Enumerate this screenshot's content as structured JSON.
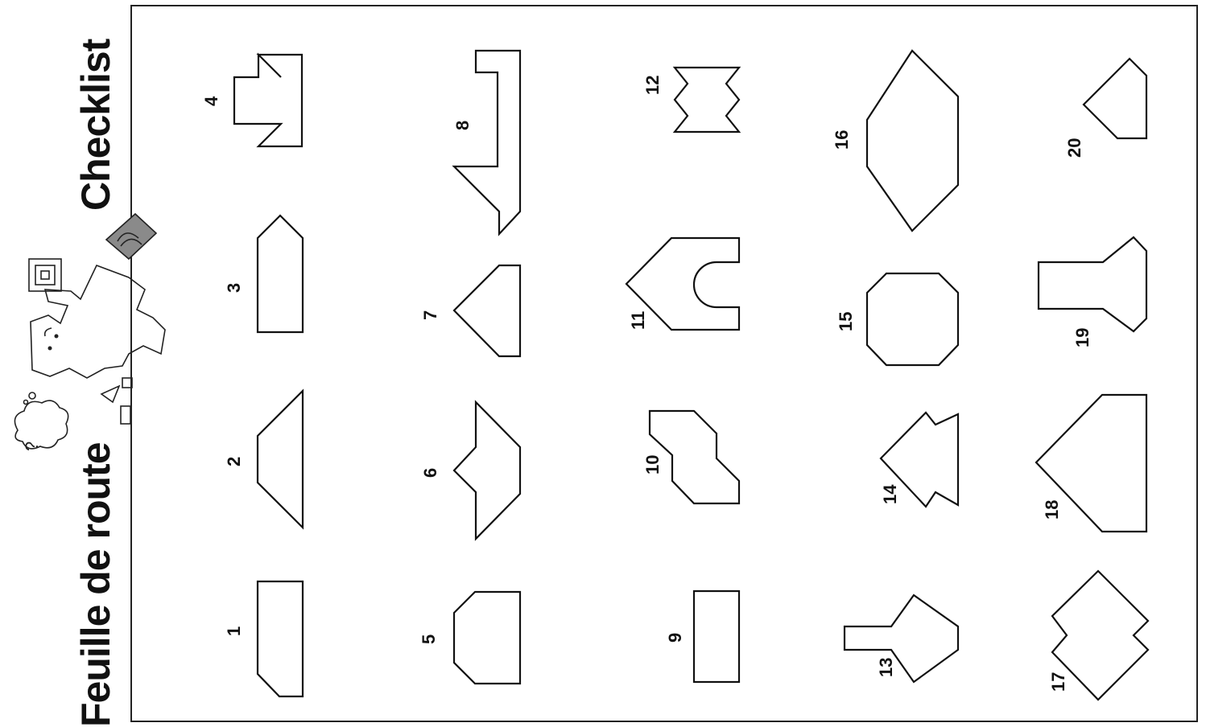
{
  "page": {
    "title_left": "Feuille de route",
    "title_right": "Checklist"
  },
  "shapes": [
    {
      "id": "1",
      "label": "1"
    },
    {
      "id": "2",
      "label": "2"
    },
    {
      "id": "3",
      "label": "3"
    },
    {
      "id": "4",
      "label": "4"
    },
    {
      "id": "5",
      "label": "5"
    },
    {
      "id": "6",
      "label": "6"
    },
    {
      "id": "7",
      "label": "7"
    },
    {
      "id": "8",
      "label": "8"
    },
    {
      "id": "9",
      "label": "9"
    },
    {
      "id": "10",
      "label": "10"
    },
    {
      "id": "11",
      "label": "11"
    },
    {
      "id": "12",
      "label": "12"
    },
    {
      "id": "13",
      "label": "13"
    },
    {
      "id": "14",
      "label": "14"
    },
    {
      "id": "15",
      "label": "15"
    },
    {
      "id": "16",
      "label": "16"
    },
    {
      "id": "17",
      "label": "17"
    },
    {
      "id": "18",
      "label": "18"
    },
    {
      "id": "19",
      "label": "19"
    },
    {
      "id": "20",
      "label": "20"
    }
  ],
  "illustration": {
    "icon": "puzzled-character-icon",
    "thought_bubble_text": "?"
  }
}
